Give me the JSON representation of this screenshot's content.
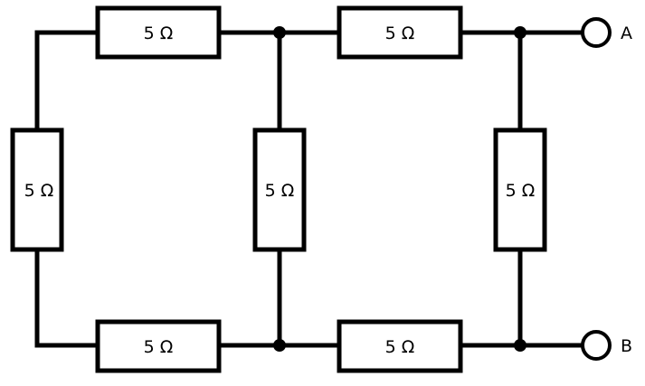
{
  "resistors": [
    {
      "id": "top-left",
      "value": "5 Ω"
    },
    {
      "id": "top-right",
      "value": "5 Ω"
    },
    {
      "id": "left-vertical",
      "value": "5 Ω"
    },
    {
      "id": "middle-vertical",
      "value": "5 Ω"
    },
    {
      "id": "right-vertical",
      "value": "5 Ω"
    },
    {
      "id": "bottom-left",
      "value": "5 Ω"
    },
    {
      "id": "bottom-right",
      "value": "5 Ω"
    }
  ],
  "terminals": {
    "a": "A",
    "b": "B"
  }
}
